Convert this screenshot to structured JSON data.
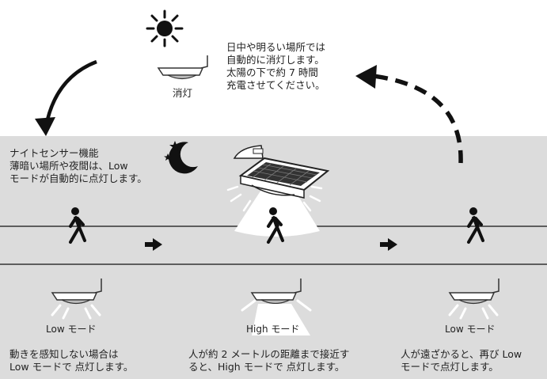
{
  "day": {
    "text": "日中や明るい場所では\n自動的に消灯します。\n太陽の下で約 7 時間\n充電させてください。",
    "lamp_label": "消灯"
  },
  "night": {
    "text": "ナイトセンサー機能\n薄暗い場所や夜間は、Low\nモードが自動的に点灯します。"
  },
  "stages": [
    {
      "mode_label": "Low モード",
      "caption": "動きを感知しない場合は\nLow モードで 点灯します。"
    },
    {
      "mode_label": "High モード",
      "caption": "人が約 2 メートルの距離まで接近す\nると、High モードで 点灯します。"
    },
    {
      "mode_label": "Low モード",
      "caption": "人が遠ざかると、再び Low\nモードで点灯します。"
    }
  ],
  "icons": [
    "sun-icon",
    "moon-stars-icon",
    "walking-person-icon",
    "arrow-right-icon",
    "curved-arrow-icon",
    "solar-light-icon"
  ]
}
